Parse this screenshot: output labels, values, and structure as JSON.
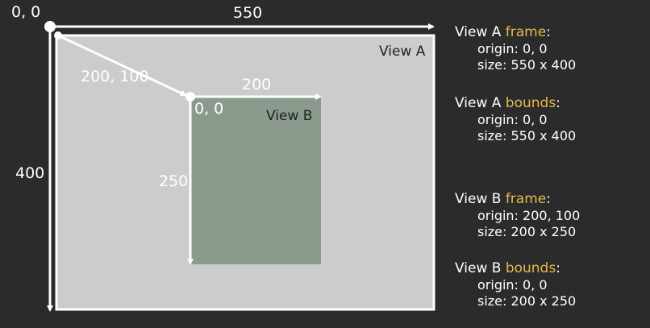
{
  "colors": {
    "background": "#2b2b2b",
    "view_a_fill": "#cccccc",
    "view_b_fill": "#8a9a8c",
    "outline": "#ffffff",
    "keyword": "#e8b84a"
  },
  "diagram": {
    "origin_label": "0, 0",
    "width_a_label": "550",
    "height_a_label": "400",
    "offset_label": "200, 100",
    "width_b_label": "200",
    "height_b_label": "250",
    "view_a_name": "View A",
    "view_b_name": "View B",
    "view_b_origin_label": "0, 0"
  },
  "info": {
    "view_a_frame": {
      "prefix": "View A ",
      "keyword": "frame",
      "suffix": ":",
      "origin": "origin: 0, 0",
      "size": "size:  550 x 400"
    },
    "view_a_bounds": {
      "prefix": "View A ",
      "keyword": "bounds",
      "suffix": ":",
      "origin": "origin: 0, 0",
      "size": "size:  550 x 400"
    },
    "view_b_frame": {
      "prefix": "View B ",
      "keyword": "frame",
      "suffix": ":",
      "origin": "origin: 200, 100",
      "size": "size:  200 x 250"
    },
    "view_b_bounds": {
      "prefix": "View B ",
      "keyword": "bounds",
      "suffix": ":",
      "origin": "origin: 0, 0",
      "size": "size:  200 x 250"
    }
  }
}
